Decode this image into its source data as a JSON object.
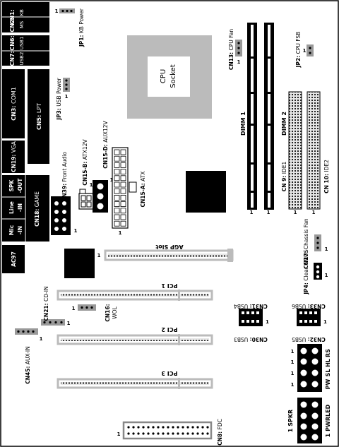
{
  "labels": {
    "cn1": "CN1:",
    "kb": "KB",
    "cn2": "CN2:",
    "ms": "MS",
    "cn6": "CN6:",
    "usb1": "USB1",
    "cn7": "CN7:",
    "usb2": "USB2",
    "cn3": "CN3:",
    "com1": "COM1",
    "cn5": "CN5:",
    "lpt": "LPT",
    "cn19": "CN19:",
    "vga": "VGA",
    "spk": "SPK",
    "out_ol": "-OUT",
    "line": "Line",
    "in_il": "-IN",
    "mic": "Mic",
    "in_im": "-IN",
    "cn18": "CN18:",
    "game": "GAME",
    "ac97": "AC97",
    "jp1": "JP1:",
    "kbpower": "KB Power",
    "jp3": "JP3:",
    "usbpower": "USB Power",
    "cn39": "CN39:",
    "frontaudio": "Front Audio",
    "cn15b": "CN15-B:",
    "atx12v": "ATX12V",
    "cn15d": "CN15-D:",
    "aux12v": "AUX12V",
    "cn15a": "CN15-A:",
    "atx": "ATX",
    "cpu": "CPU",
    "socket": "Socket",
    "cn13": "CN13:",
    "cpufan": "CPU Fan",
    "jp2": "JP2:",
    "cpufsb": "CPU FSB",
    "dimm1": "DIMM 1",
    "dimm2": "DIMM 2",
    "cn9": "CN 9:",
    "ide1": "IDE1",
    "cn10": "CN 10:",
    "ide2": "IDE2",
    "agp": "AGP Slot",
    "cn17": "CN17:",
    "chassisfan": "Chassis Fan",
    "jp4": "JP4:",
    "clearcmos": "Clear CMOS",
    "pci1": "PCI 1",
    "pci2": "PCI 2",
    "pci3": "PCI 3",
    "cn21": "CN21:",
    "cdin": "CD-IN",
    "cn16": "CN16:",
    "wol": "WOL",
    "cn31": "CN31:",
    "usb4": "USB4",
    "cn30": "CN30:",
    "usb3": "USB3",
    "cn33": "CN33:",
    "usb6": "USB6",
    "cn32": "CN32:",
    "usb5": "USB5",
    "cn45": "CN45:",
    "auxin": "AUX-IN",
    "cn8": "CN8:",
    "fdc": "FDC",
    "pw": "PW",
    "sl": "SL",
    "hl": "HL",
    "rs": "RS",
    "spkr": "SPKR",
    "pwrled": "PWRLED"
  },
  "pin1": "1"
}
